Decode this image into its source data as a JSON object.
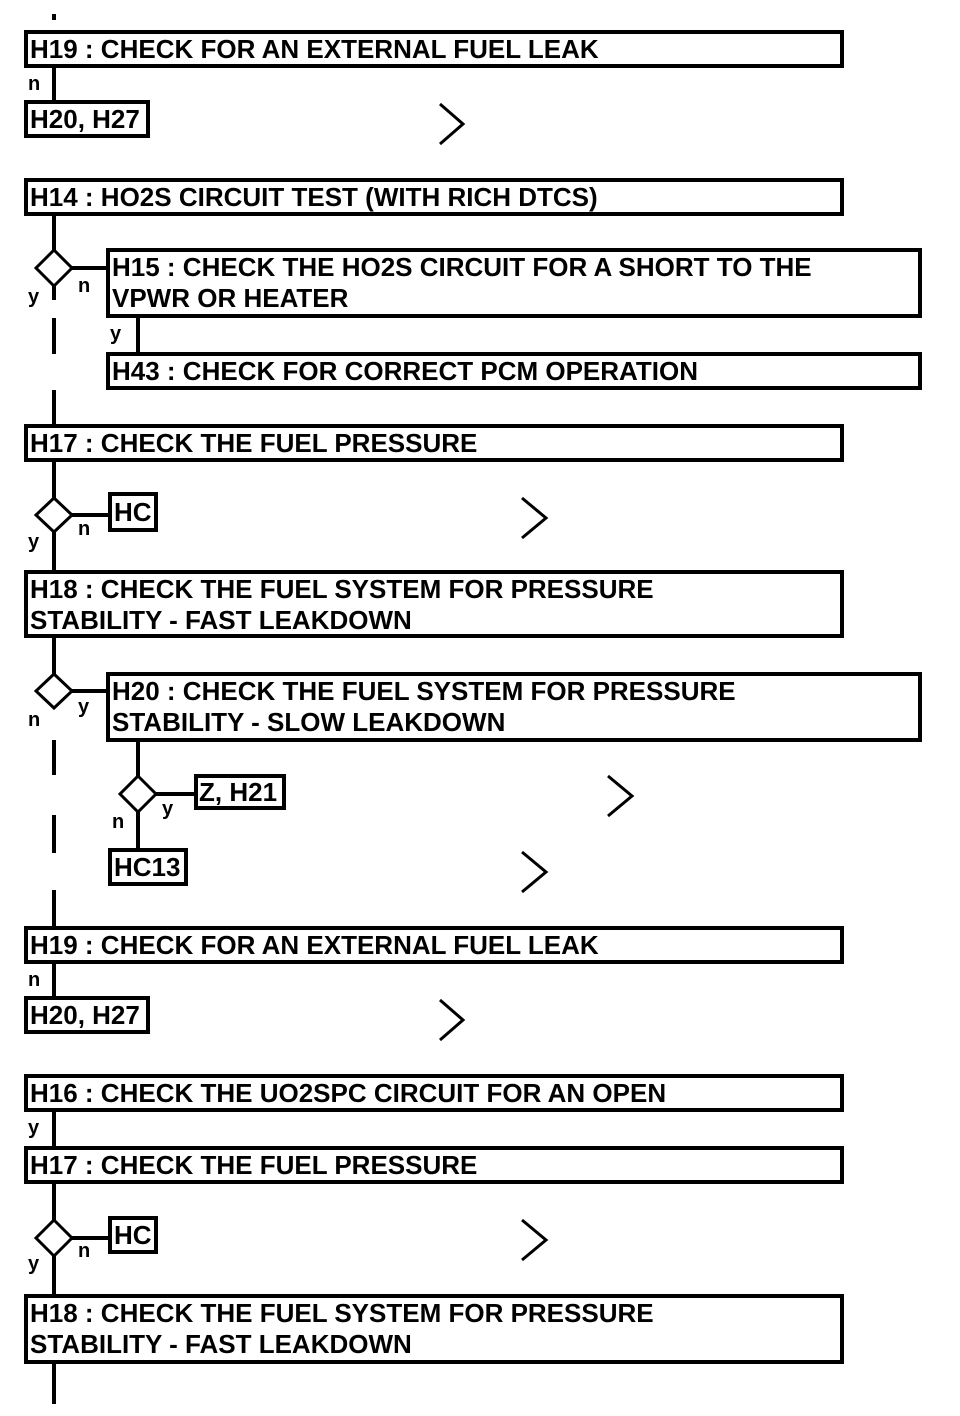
{
  "steps": {
    "h19_a": "H19 : CHECK FOR AN EXTERNAL FUEL LEAK",
    "ref_h20_h27_a": "H20, H27",
    "h14": "H14 : HO2S CIRCUIT TEST (WITH RICH DTCS)",
    "h15_line1": "H15 : CHECK THE HO2S CIRCUIT FOR A SHORT TO THE",
    "h15_line2": "VPWR OR HEATER",
    "h43": "H43 : CHECK FOR CORRECT PCM OPERATION",
    "h17_a": "H17 : CHECK THE FUEL PRESSURE",
    "ref_hc_a": "HC",
    "h18_a_line1": "H18 : CHECK THE FUEL SYSTEM FOR PRESSURE",
    "h18_a_line2": "STABILITY - FAST LEAKDOWN",
    "h20_line1": "H20 : CHECK THE FUEL SYSTEM FOR PRESSURE",
    "h20_line2": "STABILITY - SLOW LEAKDOWN",
    "ref_z_h21": "Z, H21",
    "ref_hc13": "HC13",
    "h19_b": "H19 : CHECK FOR AN EXTERNAL FUEL LEAK",
    "ref_h20_h27_b": "H20, H27",
    "h16": "H16 : CHECK THE UO2SPC CIRCUIT FOR AN OPEN",
    "h17_b": "H17 : CHECK THE FUEL PRESSURE",
    "ref_hc_b": "HC",
    "h18_b_line1": "H18 : CHECK THE FUEL SYSTEM FOR PRESSURE",
    "h18_b_line2": "STABILITY - FAST LEAKDOWN"
  },
  "labels": {
    "n": "n",
    "y": "y"
  }
}
